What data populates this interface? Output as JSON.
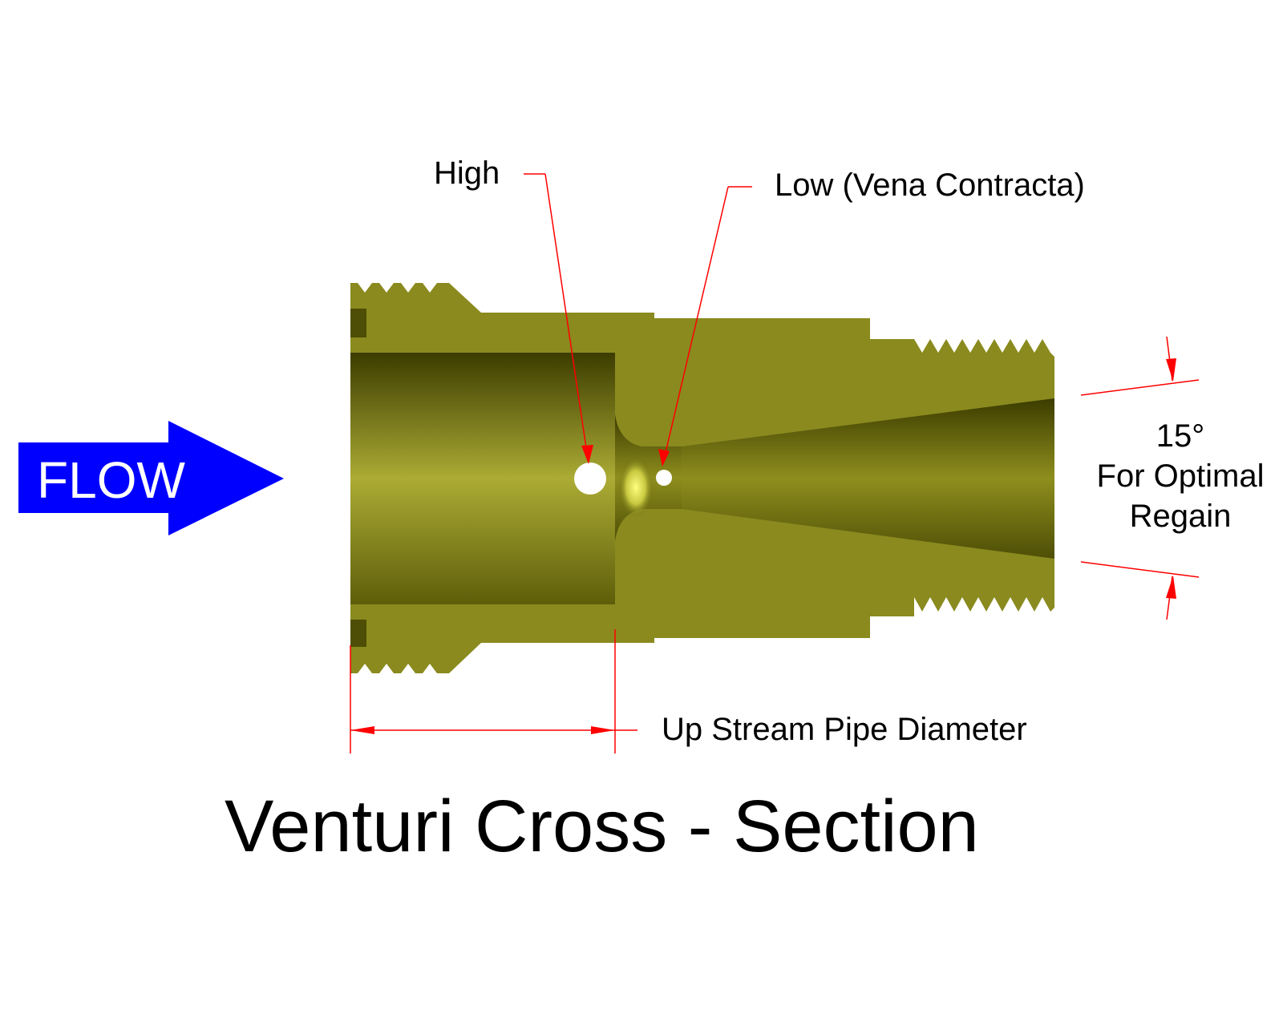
{
  "labels": {
    "flow": "FLOW",
    "high": "High",
    "low": "Low (Vena Contracta)",
    "angle": "15°",
    "angle_note_line1": "For Optimal",
    "angle_note_line2": "Regain",
    "upstream": "Up Stream Pipe Diameter",
    "title": "Venturi Cross - Section"
  },
  "colors": {
    "body": "#8A8A1F",
    "body_dark": "#5E5E0A",
    "bore_dark": "#3C3C00",
    "bore_light": "#ABAB35",
    "highlight": "#FFFF80",
    "dimension": "#FF0000",
    "flow_arrow": "#0000FF",
    "flow_text": "#FFFFFF",
    "text": "#000000"
  }
}
